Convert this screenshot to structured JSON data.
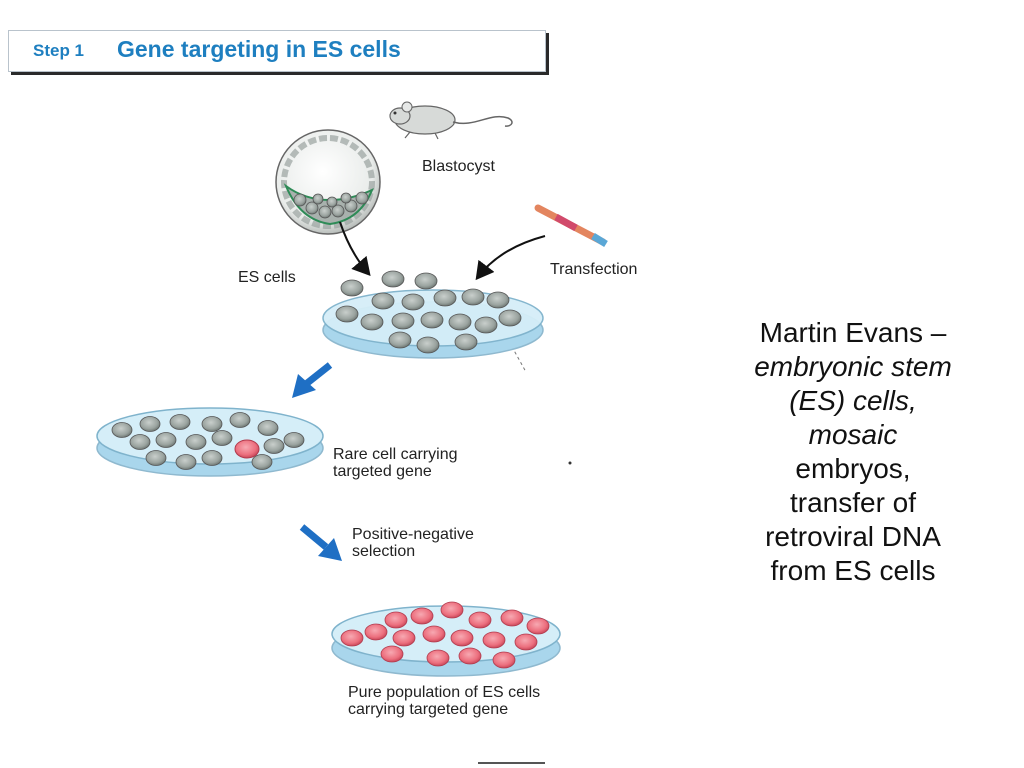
{
  "title": {
    "step": "Step 1",
    "main": "Gene targeting in ES cells"
  },
  "labels": {
    "blastocyst": "Blastocyst",
    "es_cells": "ES cells",
    "transfection": "Transfection",
    "rare_cell_line1": "Rare cell carrying",
    "rare_cell_line2": "targeted gene",
    "selection_line1": "Positive-negative",
    "selection_line2": "selection",
    "pure_line1": "Pure population of ES cells",
    "pure_line2": "carrying targeted gene"
  },
  "caption": {
    "line1": "Martin Evans –",
    "line2": "embryonic stem",
    "line3": "(ES) cells,",
    "line4": "mosaic",
    "line5": "embryos,",
    "line6": "transfer of",
    "line7": "retroviral DNA",
    "line8": "from ES cells"
  },
  "colors": {
    "title": "#1e7fc0",
    "arrow_blue": "#1f6fc4",
    "dish_fill": "#bfe2f3",
    "es_cell": "#9fa9a4",
    "targeted_cell": "#ec6f7e"
  },
  "icons": [
    "mouse-icon",
    "blastocyst-icon",
    "dna-vector-icon",
    "petri-dish-icon"
  ]
}
